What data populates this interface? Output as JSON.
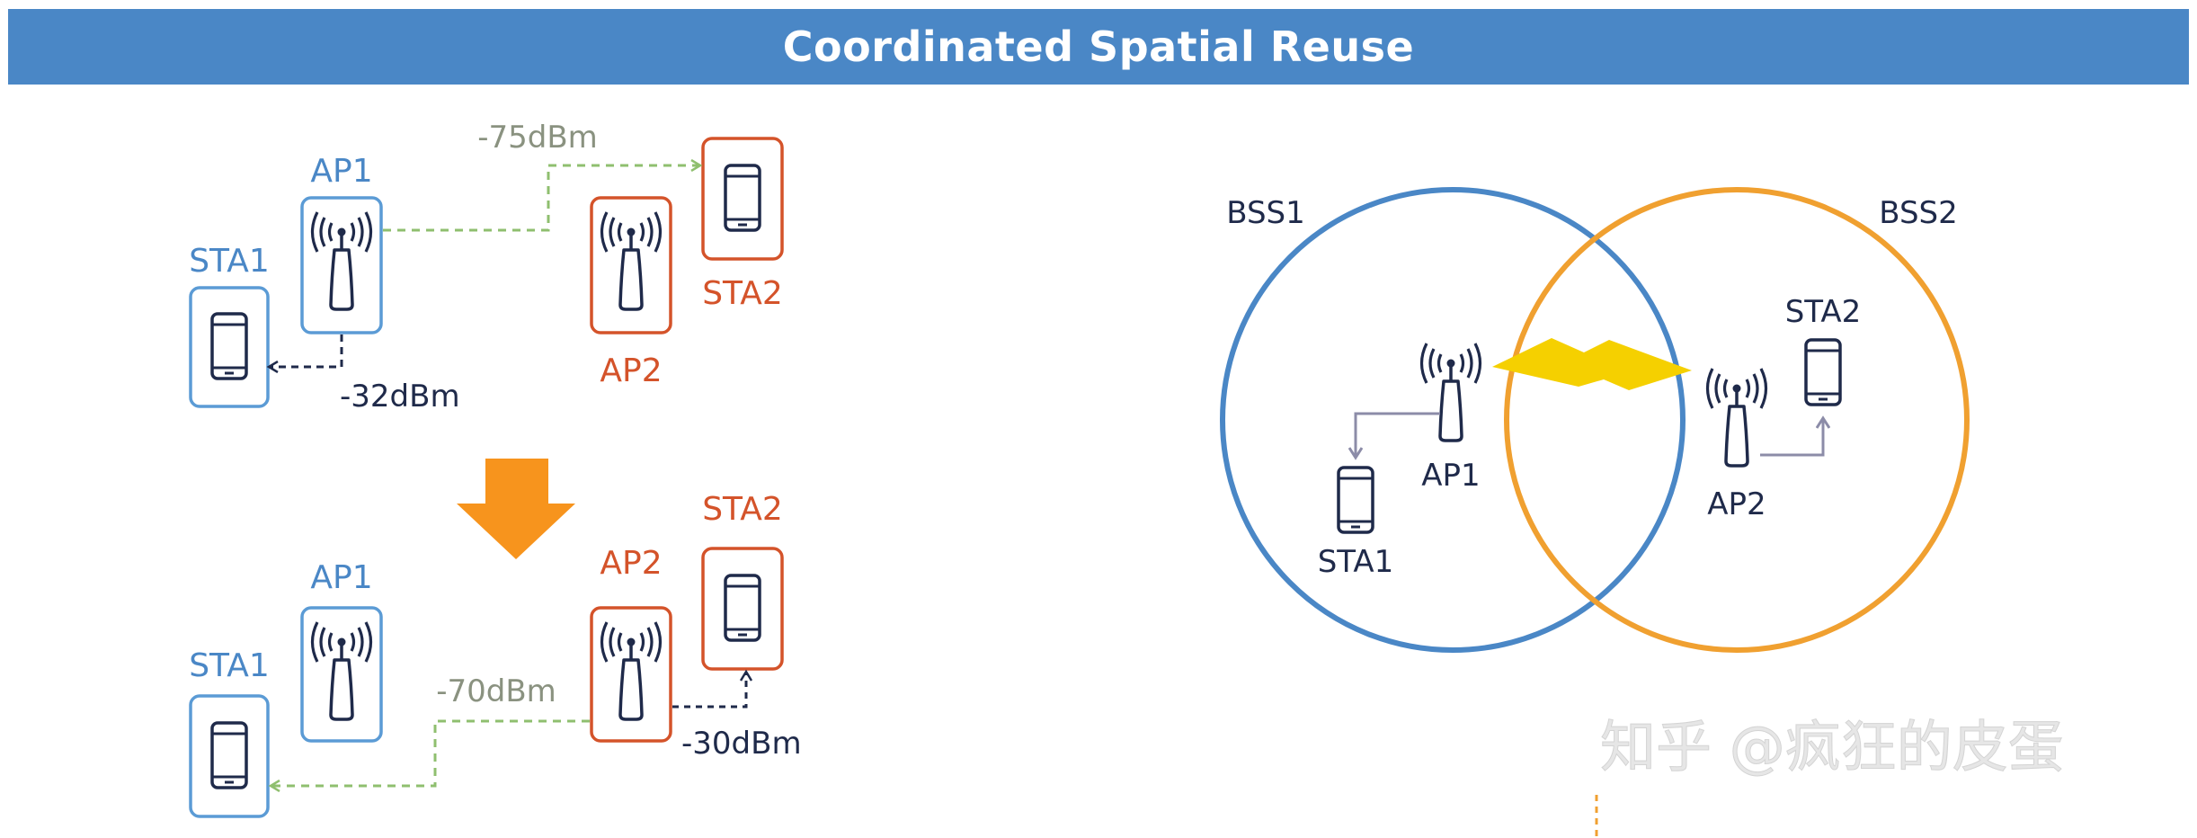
{
  "title": "Coordinated Spatial Reuse",
  "colors": {
    "banner": "#4a87c6",
    "ap1_blue": "#5b9bd5",
    "ap2_orange": "#d4532a",
    "navy": "#1f2a4a",
    "green_dashed": "#8fbf6f",
    "gray_label": "#8a9280",
    "arrow_orange": "#f7941d",
    "bss1": "#4a87c6",
    "bss2": "#f0a030",
    "lightning": "#f5d000",
    "link_gray": "#8c8ca8"
  },
  "top_scenario": {
    "ap1_label": "AP1",
    "sta1_label": "STA1",
    "ap2_label": "AP2",
    "sta2_label": "STA2",
    "interference_label": "-75dBm",
    "signal_label": "-32dBm"
  },
  "bottom_scenario": {
    "ap1_label": "AP1",
    "sta1_label": "STA1",
    "ap2_label": "AP2",
    "sta2_label": "STA2",
    "interference_label": "-70dBm",
    "signal_label": "-30dBm"
  },
  "venn": {
    "bss1_label": "BSS1",
    "bss2_label": "BSS2",
    "ap1_label": "AP1",
    "sta1_label": "STA1",
    "ap2_label": "AP2",
    "sta2_label": "STA2"
  },
  "watermark": "知乎 @疯狂的皮蛋"
}
